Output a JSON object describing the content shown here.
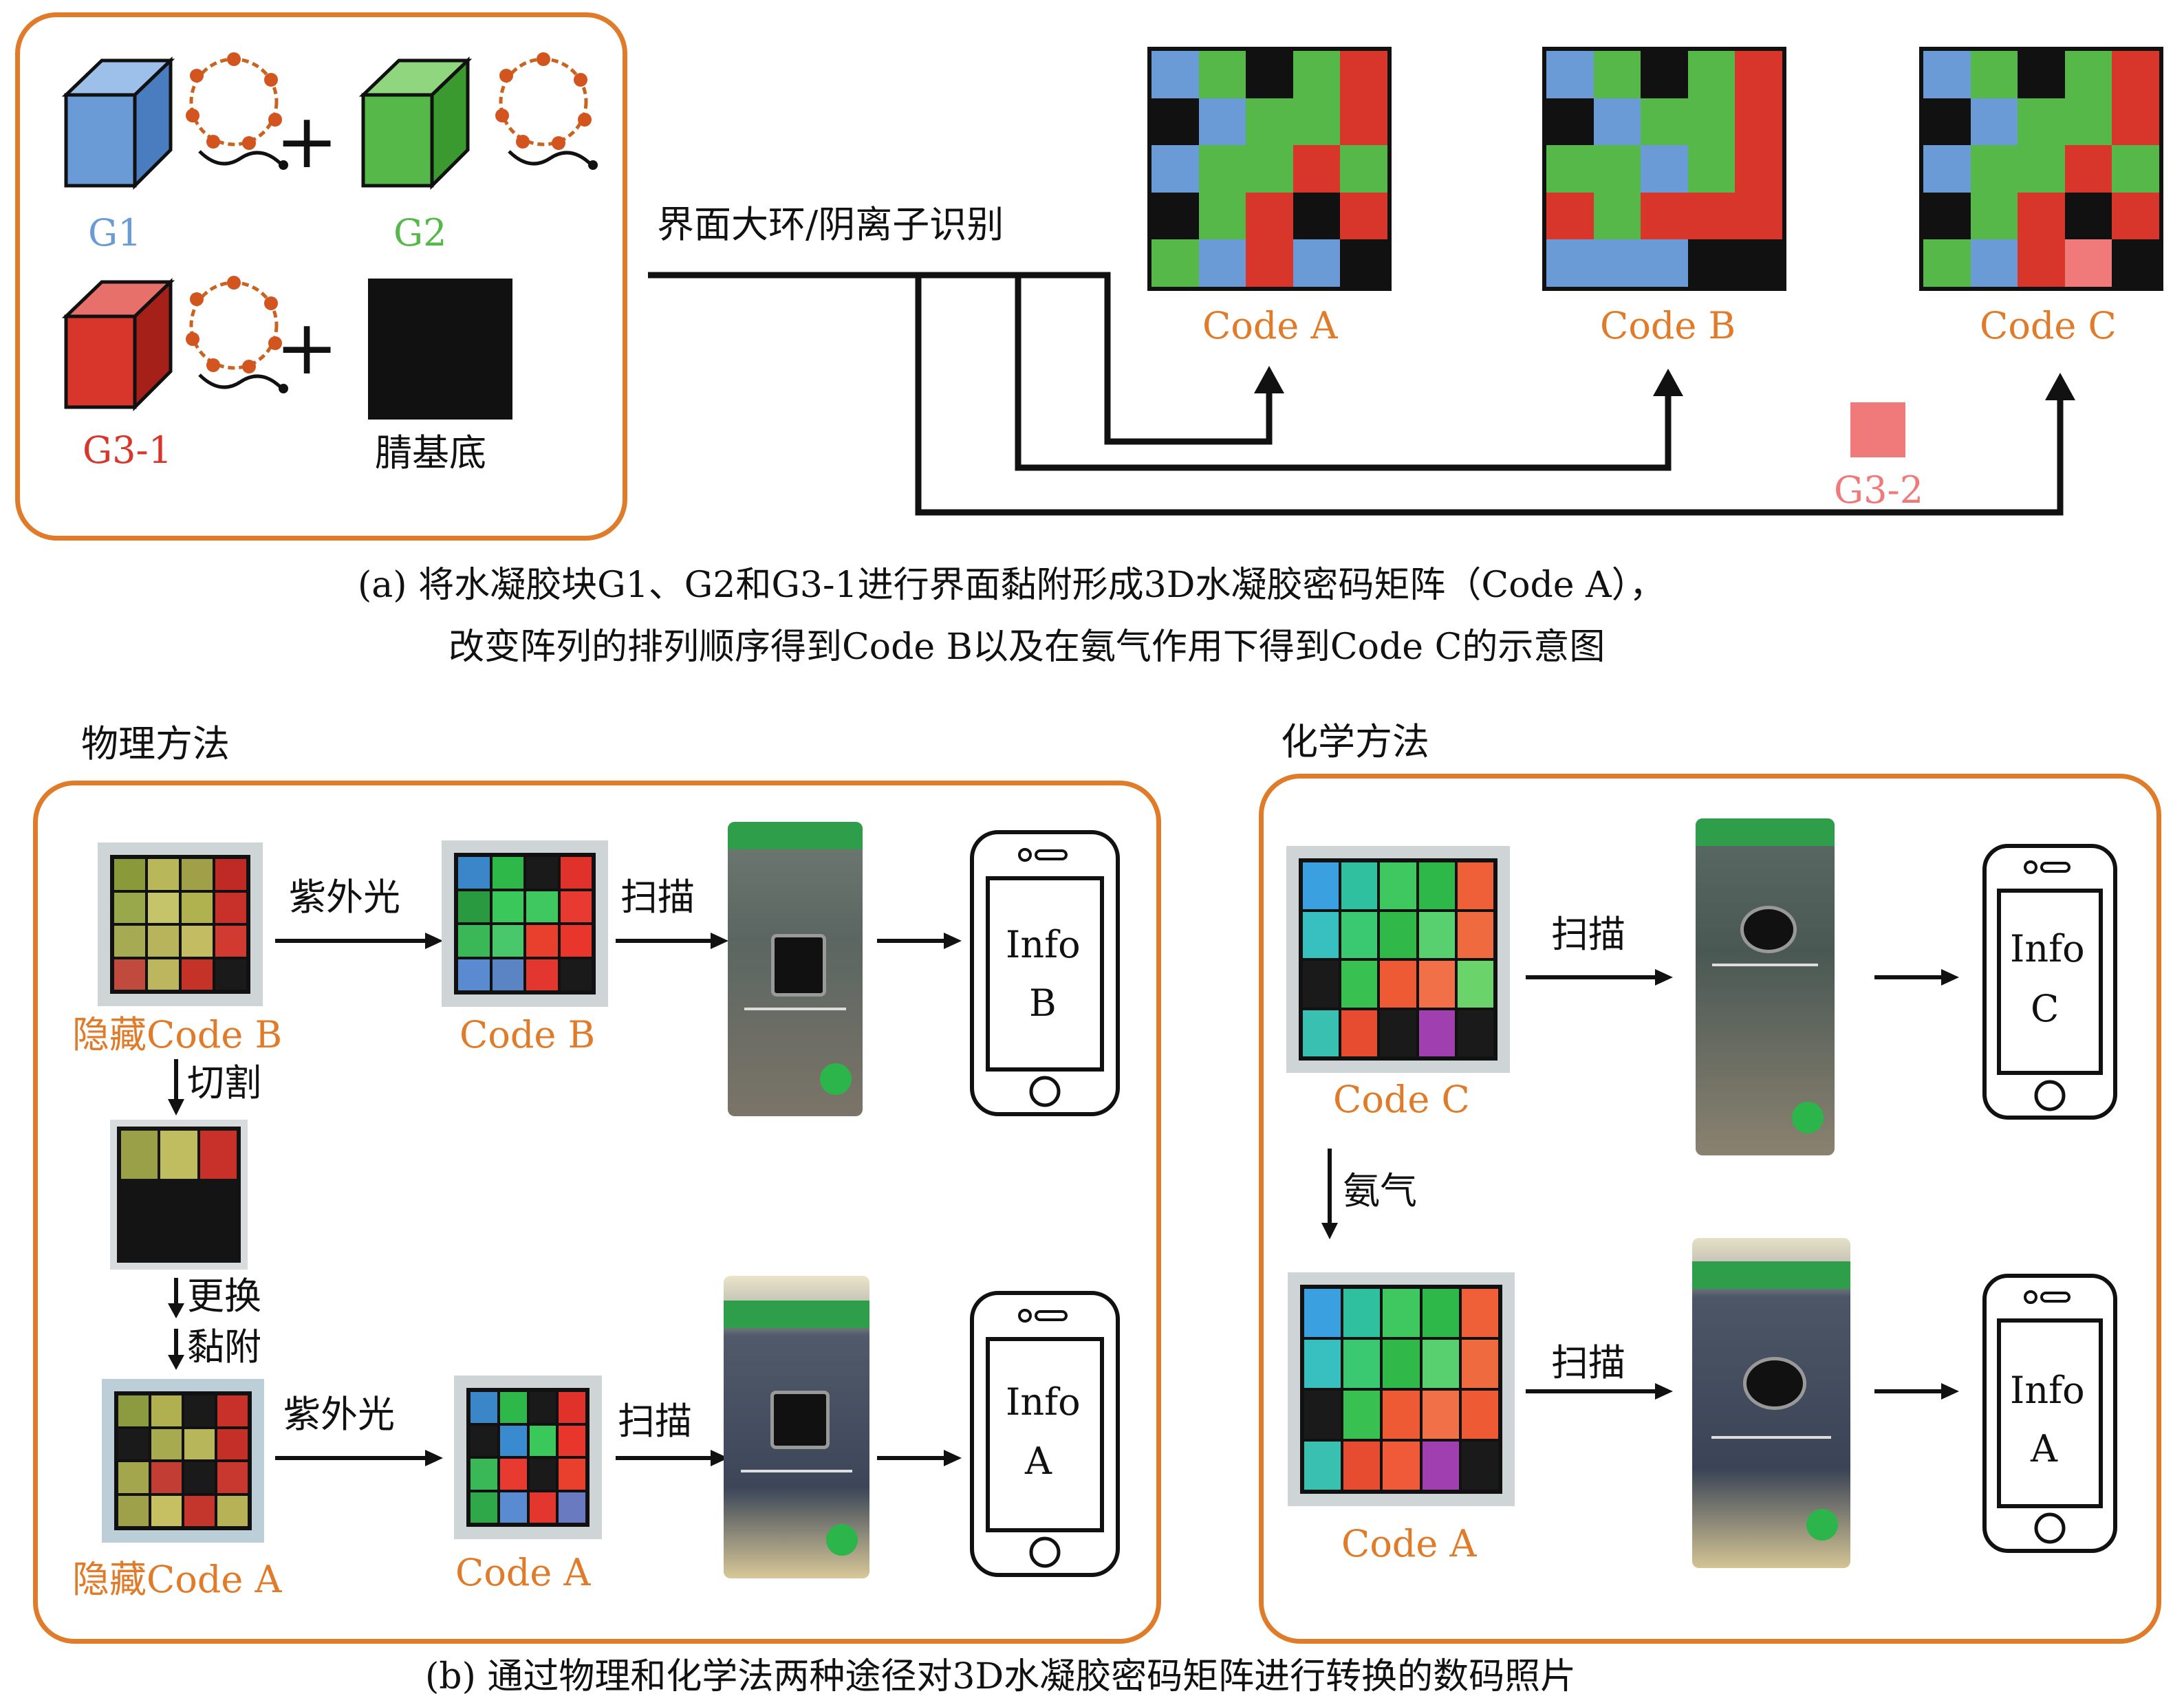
{
  "panel_a": {
    "legend": {
      "g1": "G1",
      "g2": "G2",
      "g31": "G3-1",
      "substrate": "腈基底"
    },
    "process_label": "界面大环/阴离子识别",
    "codes": [
      "Code A",
      "Code B",
      "Code C"
    ],
    "g32": "G3-2",
    "caption_line1": "(a) 将水凝胶块G1、G2和G3-1进行界面黏附形成3D水凝胶密码矩阵（Code A），",
    "caption_line2": "改变阵列的排列顺序得到Code B以及在氨气作用下得到Code C的示意图"
  },
  "colors": {
    "g1": "#6b9bd6",
    "g2": "#57b84a",
    "g31": "#d8352b",
    "substrate": "#111111",
    "g32": "#f07a7a",
    "accent": "#e07b2a"
  },
  "panel_b": {
    "physical": {
      "title": "物理方法",
      "hidden_b": "隐藏Code B",
      "uv1": "紫外光",
      "code_b": "Code B",
      "scan1": "扫描",
      "info_b_line1": "Info",
      "info_b_line2": "B",
      "cut": "切割",
      "replace": "更换",
      "adhere": "黏附",
      "hidden_a": "隐藏Code A",
      "uv2": "紫外光",
      "code_a": "Code A",
      "scan2": "扫描",
      "info_a_line1": "Info",
      "info_a_line2": "A"
    },
    "chemical": {
      "title": "化学方法",
      "code_c": "Code C",
      "scan1": "扫描",
      "info_c_line1": "Info",
      "info_c_line2": "C",
      "ammonia": "氨气",
      "code_a": "Code A",
      "scan2": "扫描",
      "info_a_line1": "Info",
      "info_a_line2": "A"
    },
    "caption": "(b) 通过物理和化学法两种途径对3D水凝胶密码矩阵进行转换的数码照片"
  },
  "matrices": {
    "code_a": [
      [
        "B",
        "G",
        "K",
        "G",
        "R"
      ],
      [
        "K",
        "B",
        "G",
        "G",
        "R"
      ],
      [
        "B",
        "G",
        "G",
        "R",
        "G"
      ],
      [
        "K",
        "G",
        "R",
        "K",
        "R"
      ],
      [
        "G",
        "B",
        "R",
        "B",
        "K"
      ]
    ],
    "code_b": [
      [
        "B",
        "G",
        "K",
        "G",
        "R"
      ],
      [
        "K",
        "B",
        "G",
        "G",
        "R"
      ],
      [
        "G",
        "G",
        "B",
        "G",
        "R"
      ],
      [
        "R",
        "G",
        "R",
        "R",
        "R"
      ],
      [
        "B",
        "B",
        "B",
        "K",
        "K"
      ]
    ],
    "code_c": [
      [
        "B",
        "G",
        "K",
        "G",
        "R"
      ],
      [
        "K",
        "B",
        "G",
        "G",
        "R"
      ],
      [
        "B",
        "G",
        "G",
        "R",
        "G"
      ],
      [
        "K",
        "G",
        "R",
        "K",
        "R"
      ],
      [
        "G",
        "B",
        "R",
        "P",
        "K"
      ]
    ]
  }
}
